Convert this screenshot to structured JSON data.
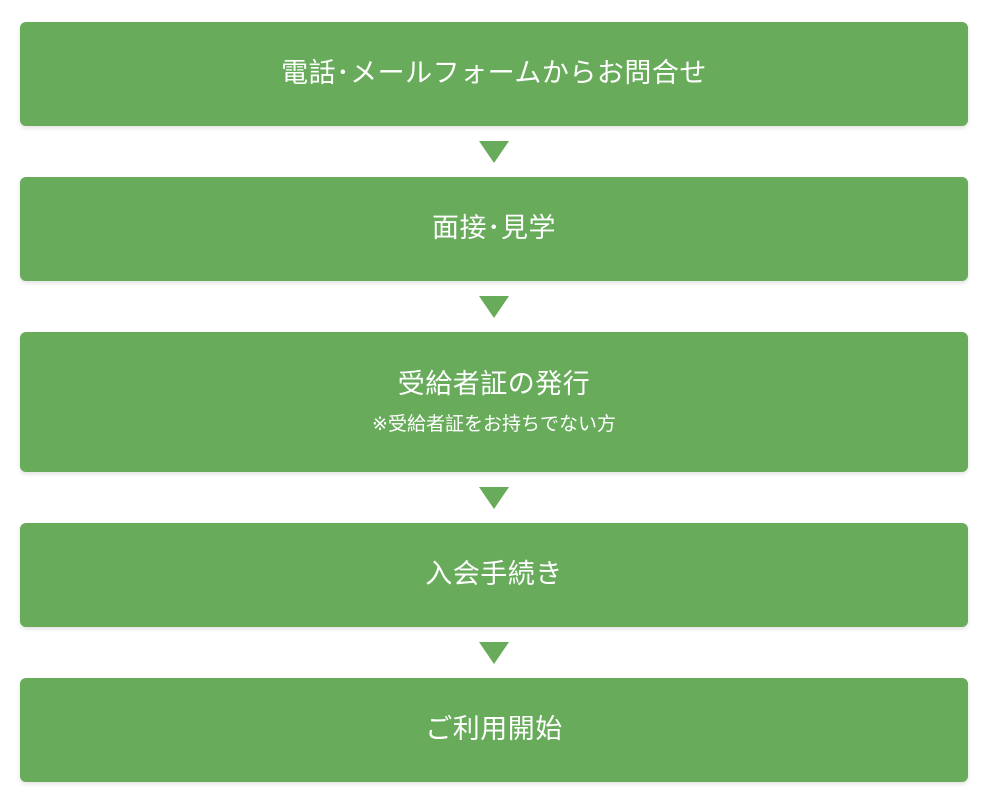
{
  "steps": [
    {
      "title": "電話･メールフォームからお問合せ",
      "note": ""
    },
    {
      "title": "面接･見学",
      "note": ""
    },
    {
      "title": "受給者証の発行",
      "note": "※受給者証をお持ちでない方"
    },
    {
      "title": "入会手続き",
      "note": ""
    },
    {
      "title": "ご利用開始",
      "note": ""
    }
  ],
  "colors": {
    "step_fill": "#67ab5b",
    "step_text": "#ffffff",
    "arrow": "#67ab5b"
  },
  "icons": {
    "arrow": "down-triangle-icon"
  }
}
